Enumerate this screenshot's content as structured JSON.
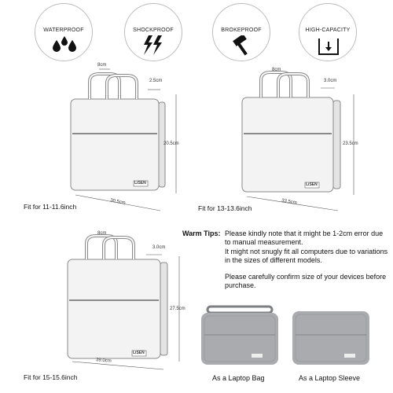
{
  "features": [
    {
      "label": "WATERPROOF",
      "icon": "water-drops-icon"
    },
    {
      "label": "SHOCKPROOF",
      "icon": "lightning-icon"
    },
    {
      "label": "BROKEPROOF",
      "icon": "hammer-icon"
    },
    {
      "label": "HIGH-CAPACITY",
      "icon": "capacity-box-icon"
    }
  ],
  "bags": [
    {
      "handle": "8cm",
      "depth": "2.5cm",
      "height": "20.5cm",
      "width": "30.5cm",
      "fit": "Fit for  11-11.6inch",
      "brand": "LiSEN"
    },
    {
      "handle": "8cm",
      "depth": "3.0cm",
      "height": "23.5cm",
      "width": "33.5cm",
      "fit": "Fit for  13-13.6inch",
      "brand": "LiSEN"
    },
    {
      "handle": "8cm",
      "depth": "3.0cm",
      "height": "27.5cm",
      "width": "39.0cm",
      "fit": "Fit for  15-15.6inch",
      "brand": "LiSEN"
    }
  ],
  "warm_tips": {
    "label": "Warm Tips:",
    "line1": "Please kindly note that it might be 1-2cm error due to manual measurement.",
    "line2": "It might not snugly fit all computers due to variations in the sizes of different models.",
    "line3": "Please carefully confirm size of your devices before purchase."
  },
  "photos": [
    {
      "caption": "As a Laptop Bag"
    },
    {
      "caption": "As a Laptop Sleeve"
    }
  ],
  "colors": {
    "bag_fill": "#f3f3f3",
    "bag_outline": "#8a8a8a",
    "photo_bag": "#a9abae"
  }
}
